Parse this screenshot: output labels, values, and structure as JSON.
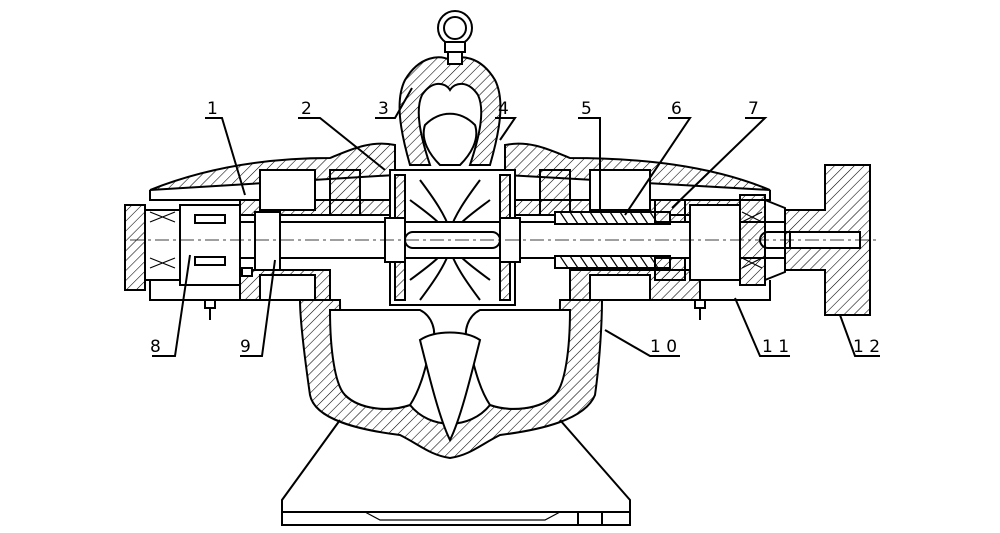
{
  "labels": [
    "1",
    "2",
    "3",
    "4",
    "5",
    "6",
    "7",
    "8",
    "9",
    "1 0",
    "1 1",
    "1 2"
  ],
  "colors": {
    "line": "#000000",
    "background": "#ffffff"
  }
}
